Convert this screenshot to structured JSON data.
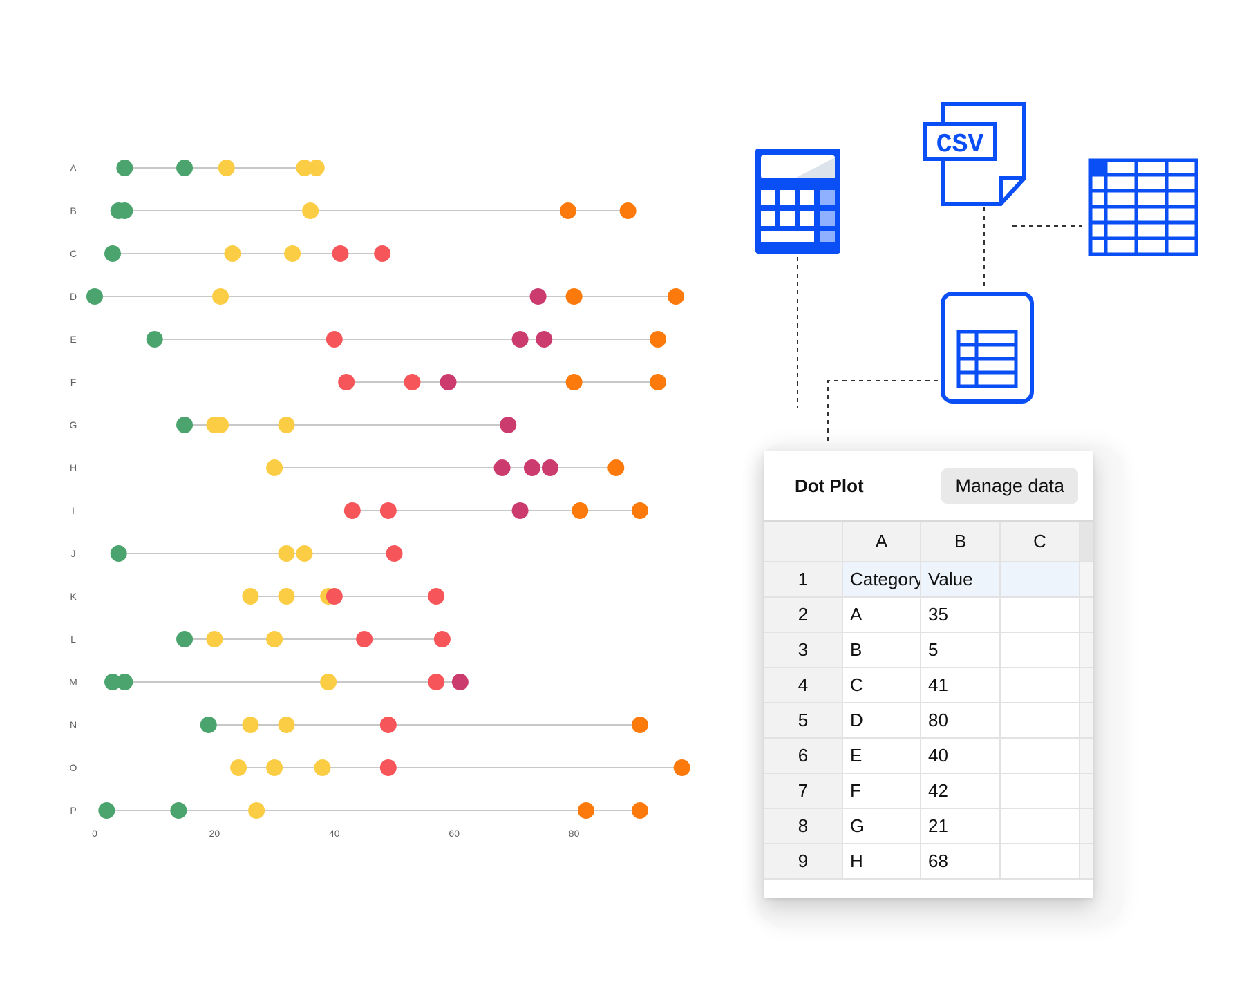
{
  "chart_data": {
    "type": "scatter",
    "title": "",
    "xlabel": "",
    "ylabel": "",
    "xlim": [
      0,
      100
    ],
    "x_ticks": [
      0,
      20,
      40,
      60,
      80
    ],
    "categories": [
      "A",
      "B",
      "C",
      "D",
      "E",
      "F",
      "G",
      "H",
      "I",
      "J",
      "K",
      "L",
      "M",
      "N",
      "O",
      "P"
    ],
    "points": [
      {
        "cat": "A",
        "x": [
          5,
          15,
          22,
          35,
          37
        ],
        "c": [
          "g",
          "g",
          "y",
          "y",
          "y"
        ]
      },
      {
        "cat": "B",
        "x": [
          4,
          5,
          36,
          79,
          89
        ],
        "c": [
          "g",
          "g",
          "y",
          "o",
          "o"
        ]
      },
      {
        "cat": "C",
        "x": [
          3,
          23,
          33,
          41,
          48
        ],
        "c": [
          "g",
          "y",
          "y",
          "r",
          "r"
        ]
      },
      {
        "cat": "D",
        "x": [
          0,
          21,
          74,
          80,
          97
        ],
        "c": [
          "g",
          "y",
          "m",
          "o",
          "o"
        ]
      },
      {
        "cat": "E",
        "x": [
          10,
          40,
          71,
          75,
          94
        ],
        "c": [
          "g",
          "r",
          "m",
          "m",
          "o"
        ]
      },
      {
        "cat": "F",
        "x": [
          42,
          53,
          59,
          80,
          94
        ],
        "c": [
          "r",
          "r",
          "m",
          "o",
          "o"
        ]
      },
      {
        "cat": "G",
        "x": [
          15,
          20,
          21,
          32,
          69
        ],
        "c": [
          "g",
          "y",
          "y",
          "y",
          "m"
        ]
      },
      {
        "cat": "H",
        "x": [
          30,
          68,
          73,
          76,
          87
        ],
        "c": [
          "y",
          "m",
          "m",
          "m",
          "o"
        ]
      },
      {
        "cat": "I",
        "x": [
          43,
          49,
          71,
          81,
          91
        ],
        "c": [
          "r",
          "r",
          "m",
          "o",
          "o"
        ]
      },
      {
        "cat": "J",
        "x": [
          4,
          32,
          35,
          50
        ],
        "c": [
          "g",
          "y",
          "y",
          "r"
        ]
      },
      {
        "cat": "K",
        "x": [
          26,
          32,
          39,
          40,
          57
        ],
        "c": [
          "y",
          "y",
          "y",
          "r",
          "r"
        ]
      },
      {
        "cat": "L",
        "x": [
          15,
          20,
          30,
          45,
          58
        ],
        "c": [
          "g",
          "y",
          "y",
          "r",
          "r"
        ]
      },
      {
        "cat": "M",
        "x": [
          3,
          5,
          39,
          57,
          61
        ],
        "c": [
          "g",
          "g",
          "y",
          "r",
          "m"
        ]
      },
      {
        "cat": "N",
        "x": [
          19,
          26,
          32,
          49,
          91
        ],
        "c": [
          "g",
          "y",
          "y",
          "r",
          "o"
        ]
      },
      {
        "cat": "O",
        "x": [
          24,
          30,
          38,
          49,
          98
        ],
        "c": [
          "y",
          "y",
          "y",
          "r",
          "o"
        ]
      },
      {
        "cat": "P",
        "x": [
          2,
          14,
          27,
          82,
          91
        ],
        "c": [
          "g",
          "g",
          "y",
          "o",
          "o"
        ]
      }
    ],
    "grid": false,
    "legend": "none"
  },
  "colors": {
    "g": "#4ba46e",
    "y": "#fbcd45",
    "r": "#f6565a",
    "m": "#cc3b6e",
    "o": "#fb7a0b",
    "line": "#b5b5b5",
    "icon_blue": "#0a4ef5"
  },
  "icons": {
    "calculator": "calculator-icon",
    "csv": "csv-file-icon",
    "csv_label": "CSV",
    "table": "spreadsheet-grid-icon",
    "sheet": "sheet-document-icon"
  },
  "panel": {
    "title": "Dot Plot",
    "manage_button": "Manage data",
    "columns": [
      "A",
      "B",
      "C"
    ],
    "rows": [
      {
        "num": "1",
        "a": "Category",
        "b": "Value",
        "c": ""
      },
      {
        "num": "2",
        "a": "A",
        "b": "35",
        "c": ""
      },
      {
        "num": "3",
        "a": "B",
        "b": "5",
        "c": ""
      },
      {
        "num": "4",
        "a": "C",
        "b": "41",
        "c": ""
      },
      {
        "num": "5",
        "a": "D",
        "b": "80",
        "c": ""
      },
      {
        "num": "6",
        "a": "E",
        "b": "40",
        "c": ""
      },
      {
        "num": "7",
        "a": "F",
        "b": "42",
        "c": ""
      },
      {
        "num": "8",
        "a": "G",
        "b": "21",
        "c": ""
      },
      {
        "num": "9",
        "a": "H",
        "b": "68",
        "c": ""
      }
    ]
  }
}
